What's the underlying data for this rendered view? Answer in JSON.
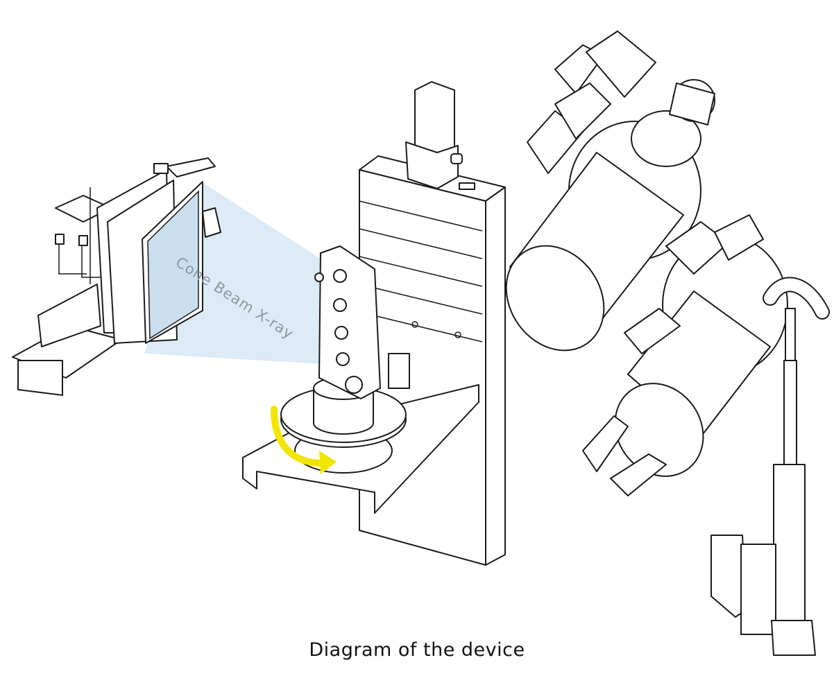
{
  "diagram": {
    "beam_label": "Cone Beam X-ray",
    "caption": "Diagram of the device",
    "colors": {
      "beam": "#d6e7f5",
      "rotation_arrow": "#f2e600",
      "line": "#1a1a1a"
    },
    "components": [
      "detector-panel",
      "cone-beam",
      "vertical-stage-tower",
      "rotary-turntable",
      "sample-part",
      "x-ray-source",
      "linear-actuator"
    ]
  }
}
